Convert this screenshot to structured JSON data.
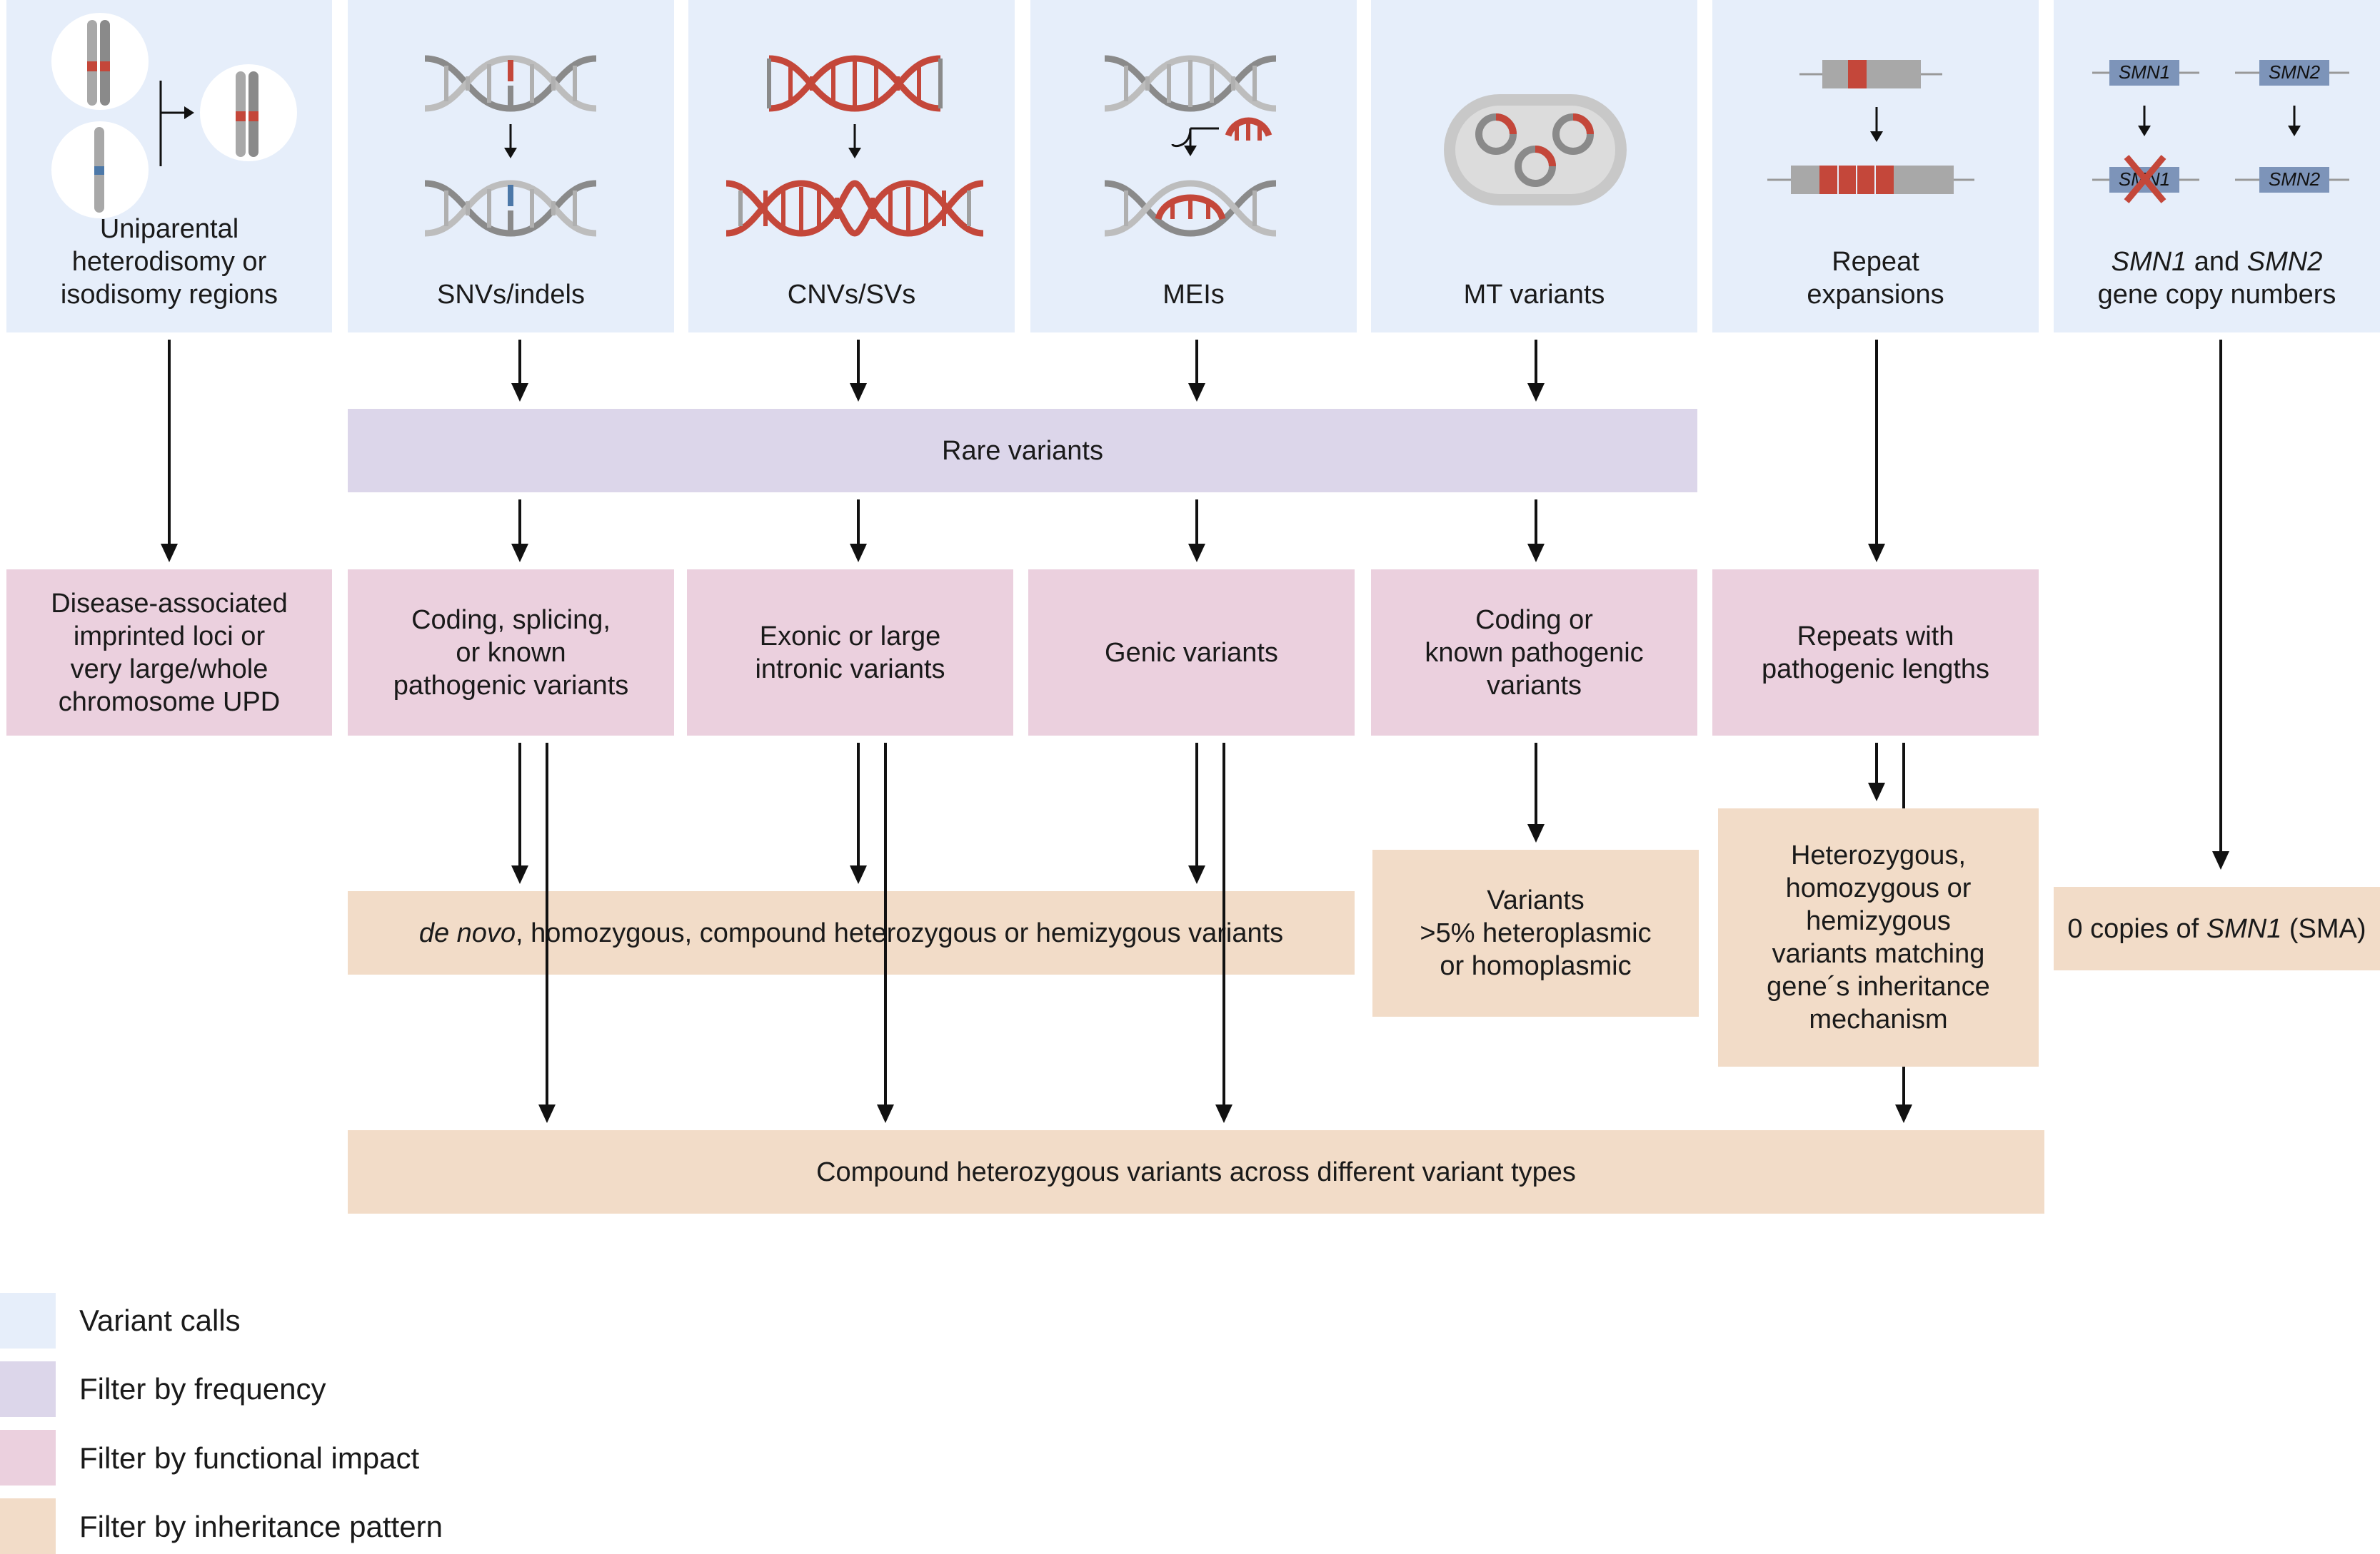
{
  "variant_calls": [
    {
      "id": "upd",
      "lines": [
        "Uniparental",
        "heterodisomy or",
        "isodisomy regions"
      ]
    },
    {
      "id": "snv",
      "lines": [
        "SNVs/indels"
      ]
    },
    {
      "id": "cnv",
      "lines": [
        "CNVs/SVs"
      ]
    },
    {
      "id": "mei",
      "lines": [
        "MEIs"
      ]
    },
    {
      "id": "mt",
      "lines": [
        "MT variants"
      ]
    },
    {
      "id": "repeat",
      "lines": [
        "Repeat",
        "expansions"
      ]
    },
    {
      "id": "smn",
      "lines": [
        "SMN1 and SMN2",
        "gene copy numbers"
      ]
    }
  ],
  "smn_labels": {
    "smn1": "SMN1",
    "smn2": "SMN2",
    "word_and": "and"
  },
  "frequency_filter": {
    "label": "Rare variants"
  },
  "functional_filters": [
    {
      "id": "upd",
      "lines": [
        "Disease-associated",
        "imprinted loci or",
        "very large/whole",
        "chromosome UPD"
      ]
    },
    {
      "id": "snv",
      "lines": [
        "Coding, splicing,",
        "or known",
        "pathogenic variants"
      ]
    },
    {
      "id": "cnv",
      "lines": [
        "Exonic or large",
        "intronic variants"
      ]
    },
    {
      "id": "mei",
      "lines": [
        "Genic variants"
      ]
    },
    {
      "id": "mt",
      "lines": [
        "Coding or",
        "known pathogenic",
        "variants"
      ]
    },
    {
      "id": "repeat",
      "lines": [
        "Repeats with",
        "pathogenic lengths"
      ]
    }
  ],
  "inheritance_filters": {
    "shared_prefix": "de novo",
    "shared_suffix": ", homozygous, compound heterozygous or hemizygous variants",
    "mt": [
      "Variants",
      ">5% heteroplasmic",
      "or homoplasmic"
    ],
    "repeat": [
      "Heterozygous,",
      "homozygous or",
      "hemizygous",
      "variants matching",
      "gene´s inheritance",
      "mechanism"
    ],
    "smn_prefix": "0 copies of ",
    "smn_gene": "SMN1",
    "smn_suffix": " (SMA)",
    "compound": "Compound heterozygous variants across different variant types"
  },
  "legend": [
    {
      "label": "Variant calls",
      "color": "#e6eefa"
    },
    {
      "label": "Filter by frequency",
      "color": "#dcd6ea"
    },
    {
      "label": "Filter by functional impact",
      "color": "#ebd0de"
    },
    {
      "label": "Filter by inheritance pattern",
      "color": "#f2dcc8"
    }
  ],
  "colors": {
    "variant_red": "#c4473a",
    "variant_blue": "#4c78a8",
    "gray": "#999999",
    "smn_box": "#7d94b9"
  }
}
